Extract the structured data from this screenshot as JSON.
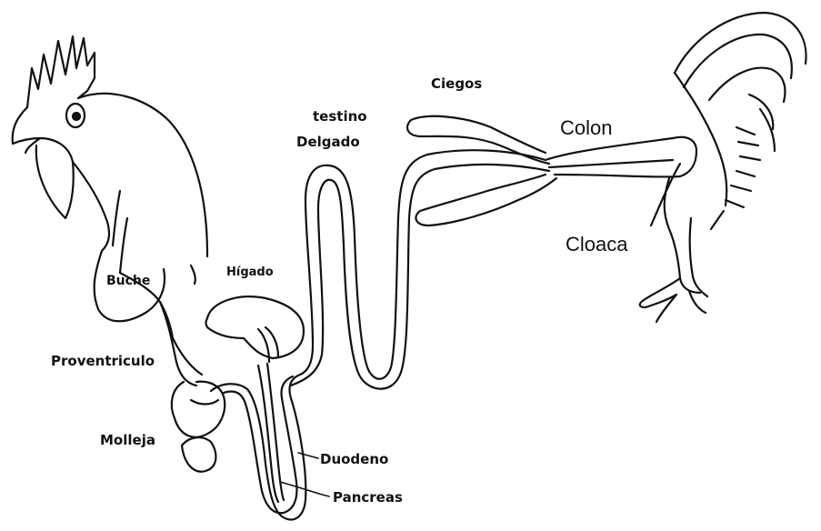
{
  "labels": {
    "buche": "Buche",
    "proventriculo": "Proventriculo",
    "molleja": "Molleja",
    "higado": "Hígado",
    "duodeno": "Duodeno",
    "pancreas": "Pancreas",
    "intestino_line1": "testino",
    "intestino_line2": "Delgado",
    "ciegos": "Ciegos",
    "colon": "Colon",
    "cloaca": "Cloaca"
  },
  "colors": {
    "ink": "#111111",
    "paper": "#ffffff"
  }
}
